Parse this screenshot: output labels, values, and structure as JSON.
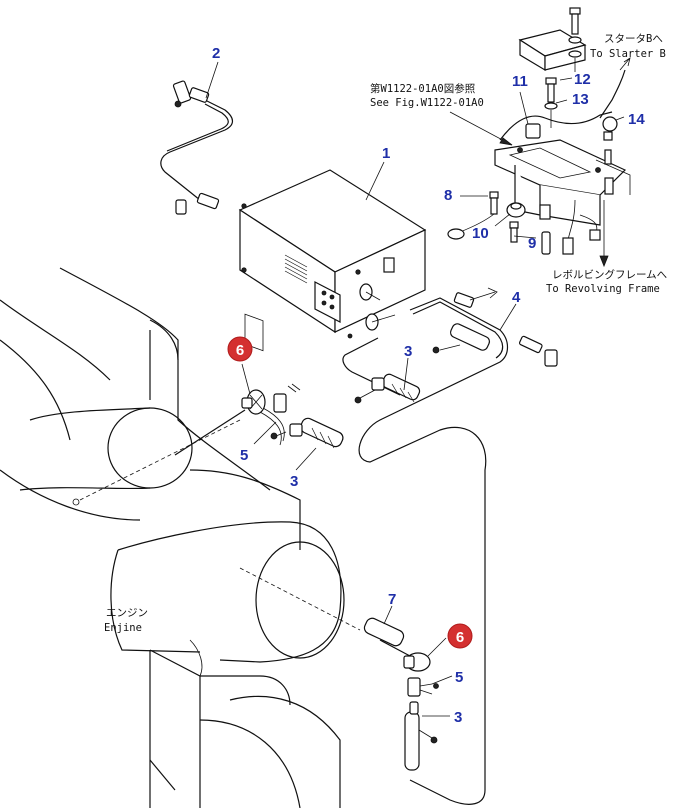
{
  "callouts": [
    {
      "id": "1",
      "highlighted": false
    },
    {
      "id": "2",
      "highlighted": false
    },
    {
      "id": "3",
      "highlighted": false
    },
    {
      "id": "4",
      "highlighted": false
    },
    {
      "id": "5",
      "highlighted": false
    },
    {
      "id": "6",
      "highlighted": true
    },
    {
      "id": "7",
      "highlighted": false
    },
    {
      "id": "8",
      "highlighted": false
    },
    {
      "id": "9",
      "highlighted": false
    },
    {
      "id": "10",
      "highlighted": false
    },
    {
      "id": "11",
      "highlighted": false
    },
    {
      "id": "12",
      "highlighted": false
    },
    {
      "id": "13",
      "highlighted": false
    },
    {
      "id": "14",
      "highlighted": false
    }
  ],
  "labels": {
    "see_fig_jp": "第W1122-01A0図参照",
    "see_fig_en": "See Fig.W1122-01A0",
    "starter_jp": "スタータBへ",
    "starter_en": "To Slarter B",
    "frame_jp": "レボルビングフレームへ",
    "frame_en": "To Revolving Frame",
    "engine_jp": "エンジン",
    "engine_en": "Enjine"
  },
  "colors": {
    "callout_text": "#1f2fa8",
    "highlight_circle": "#d43030",
    "line": "#111111"
  }
}
